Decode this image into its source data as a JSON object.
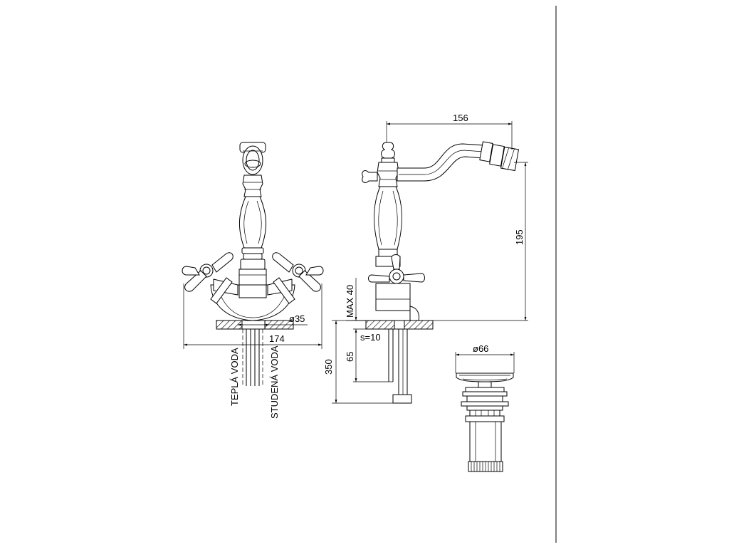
{
  "labels": {
    "dim_174": "174",
    "dim_d35": "ø35",
    "dim_156": "156",
    "dim_195": "195",
    "dim_max40": "MAX 40",
    "dim_s10": "s=10",
    "dim_65": "65",
    "dim_350": "350",
    "dim_d66": "ø66",
    "hot_water": "TEPLÁ VODA",
    "cold_water": "STUDENÁ VODA"
  }
}
